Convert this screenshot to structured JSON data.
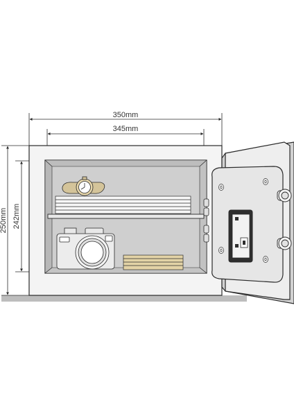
{
  "dimensions": {
    "outer_width": "350mm",
    "inner_width": "345mm",
    "outer_height": "250mm",
    "inner_height": "242mm"
  },
  "colors": {
    "line": "#2a2a2a",
    "cabinet_face": "#f4f4f4",
    "interior": "#cfcfcf",
    "interior_dark": "#b5b5b5",
    "floor": "#bdbdbd",
    "watch_band": "#d4c49a",
    "books": "#e3d3a6",
    "door_face": "#e6e6e6"
  },
  "contents": {
    "top_shelf": [
      "watch-icon",
      "paper-stack"
    ],
    "bottom_shelf": [
      "camera-icon",
      "book-stack"
    ]
  }
}
